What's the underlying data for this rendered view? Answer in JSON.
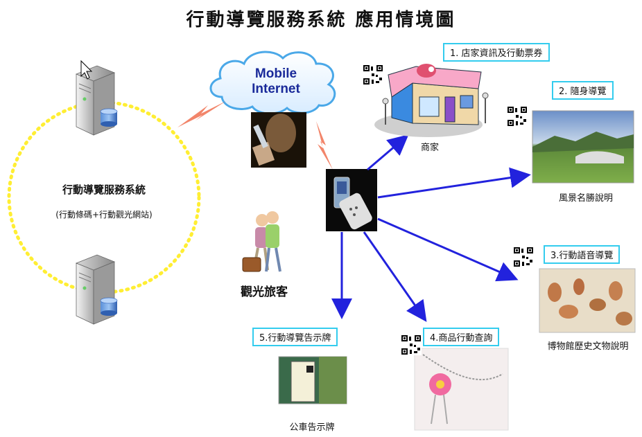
{
  "title": "行動導覽服務系統 應用情境圖",
  "system": {
    "name": "行動導覽服務系統",
    "subtitle": "(行動條碼+行動觀光網站)"
  },
  "cloud": {
    "line1": "Mobile",
    "line2": "Internet"
  },
  "tourist": {
    "label": "觀光旅客"
  },
  "scenarios": [
    {
      "label": "1. 店家資訊及行動票券",
      "caption": "商家"
    },
    {
      "label": "2. 隨身導覽",
      "caption": "風景名勝說明"
    },
    {
      "label": "3.行動語音導覽",
      "caption": "博物館歷史文物說明"
    },
    {
      "label": "4.商品行動查詢",
      "caption": ""
    },
    {
      "label": "5.行動導覽告示牌",
      "caption": "公車告示牌"
    }
  ],
  "colors": {
    "arrow": "#2222dd",
    "ring": "#ffee33",
    "box_border": "#33ccee",
    "signal": "#f07050"
  },
  "icons": [
    "mouse-cursor-icon",
    "server-icon",
    "qr-code-icon",
    "signal-bolt-icon"
  ]
}
